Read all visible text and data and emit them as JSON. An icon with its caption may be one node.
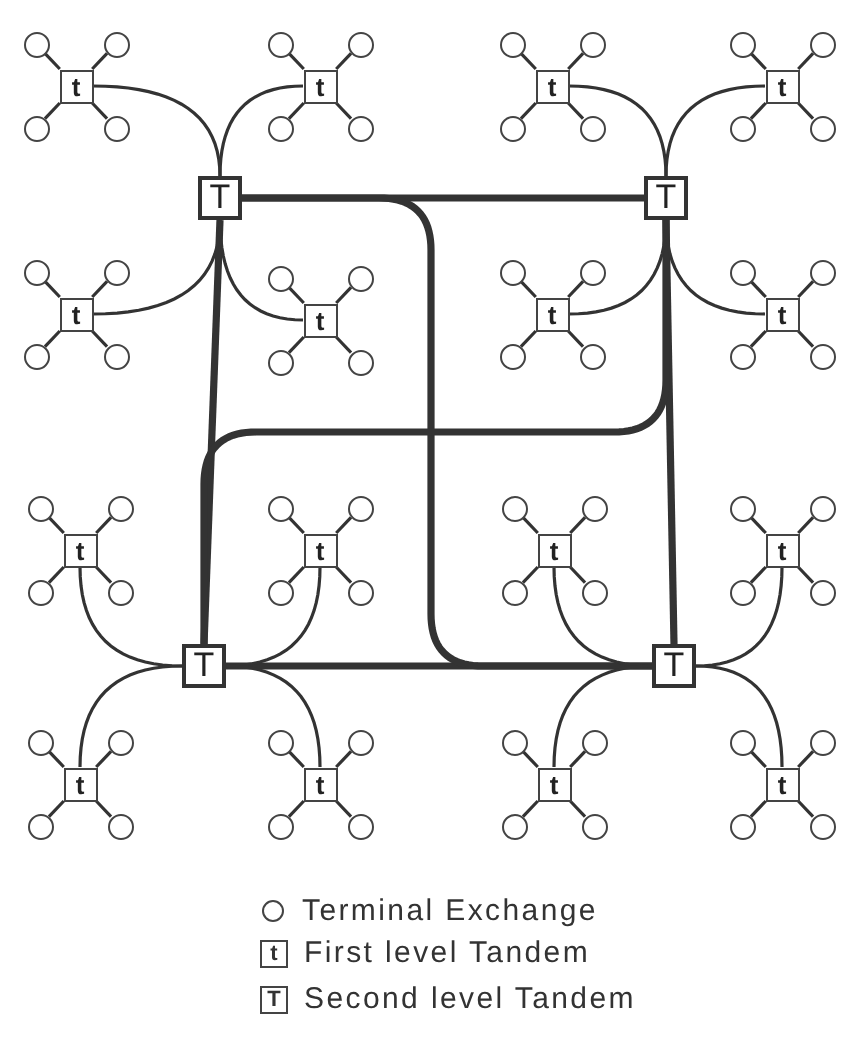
{
  "diagram": {
    "nodes": [
      {
        "text": [
          "T"
        ]
      },
      {
        "text": [
          "t"
        ]
      },
      {
        "text": [],
        "shape": "circle"
      },
      {
        "text": [],
        "shape": "circle"
      },
      {
        "text": [],
        "shape": "circle"
      },
      {
        "text": [],
        "shape": "circle"
      },
      {
        "text": [
          "t"
        ]
      },
      {
        "text": [],
        "shape": "circle"
      },
      {
        "text": [],
        "shape": "circle"
      },
      {
        "text": [],
        "shape": "circle"
      },
      {
        "text": [],
        "shape": "circle"
      },
      {
        "text": [
          "t"
        ]
      },
      {
        "text": [],
        "shape": "circle"
      },
      {
        "text": [],
        "shape": "circle"
      },
      {
        "text": [],
        "shape": "circle"
      },
      {
        "text": [],
        "shape": "circle"
      },
      {
        "text": [
          "t"
        ]
      },
      {
        "text": [],
        "shape": "circle"
      },
      {
        "text": [],
        "shape": "circle"
      },
      {
        "text": [],
        "shape": "circle"
      },
      {
        "text": [],
        "shape": "circle"
      },
      {
        "text": [
          "T"
        ]
      },
      {
        "text": [
          "t"
        ]
      },
      {
        "text": [],
        "shape": "circle"
      },
      {
        "text": [],
        "shape": "circle"
      },
      {
        "text": [],
        "shape": "circle"
      },
      {
        "text": [],
        "shape": "circle"
      },
      {
        "text": [
          "t"
        ]
      },
      {
        "text": [],
        "shape": "circle"
      },
      {
        "text": [],
        "shape": "circle"
      },
      {
        "text": [],
        "shape": "circle"
      },
      {
        "text": [],
        "shape": "circle"
      },
      {
        "text": [
          "t"
        ]
      },
      {
        "text": [],
        "shape": "circle"
      },
      {
        "text": [],
        "shape": "circle"
      },
      {
        "text": [],
        "shape": "circle"
      },
      {
        "text": [],
        "shape": "circle"
      },
      {
        "text": [
          "t"
        ]
      },
      {
        "text": [],
        "shape": "circle"
      },
      {
        "text": [],
        "shape": "circle"
      },
      {
        "text": [],
        "shape": "circle"
      },
      {
        "text": [],
        "shape": "circle"
      },
      {
        "text": [
          "T"
        ]
      },
      {
        "text": [
          "t"
        ]
      },
      {
        "text": [],
        "shape": "circle"
      },
      {
        "text": [],
        "shape": "circle"
      },
      {
        "text": [],
        "shape": "circle"
      },
      {
        "text": [],
        "shape": "circle"
      },
      {
        "text": [
          "t"
        ]
      },
      {
        "text": [],
        "shape": "circle"
      },
      {
        "text": [],
        "shape": "circle"
      },
      {
        "text": [],
        "shape": "circle"
      },
      {
        "text": [],
        "shape": "circle"
      },
      {
        "text": [
          "t"
        ]
      },
      {
        "text": [],
        "shape": "circle"
      },
      {
        "text": [],
        "shape": "circle"
      },
      {
        "text": [],
        "shape": "circle"
      },
      {
        "text": [],
        "shape": "circle"
      },
      {
        "text": [
          "t"
        ]
      },
      {
        "text": [],
        "shape": "circle"
      },
      {
        "text": [],
        "shape": "circle"
      },
      {
        "text": [],
        "shape": "circle"
      },
      {
        "text": [],
        "shape": "circle"
      },
      {
        "text": [
          "T"
        ]
      },
      {
        "text": [
          "t"
        ]
      },
      {
        "text": [],
        "shape": "circle"
      },
      {
        "text": [],
        "shape": "circle"
      },
      {
        "text": [],
        "shape": "circle"
      },
      {
        "text": [],
        "shape": "circle"
      },
      {
        "text": [
          "t"
        ]
      },
      {
        "text": [],
        "shape": "circle"
      },
      {
        "text": [],
        "shape": "circle"
      },
      {
        "text": [],
        "shape": "circle"
      },
      {
        "text": [],
        "shape": "circle"
      },
      {
        "text": [
          "t"
        ]
      },
      {
        "text": [],
        "shape": "circle"
      },
      {
        "text": [],
        "shape": "circle"
      },
      {
        "text": [],
        "shape": "circle"
      },
      {
        "text": [],
        "shape": "circle"
      },
      {
        "text": [
          "t"
        ]
      },
      {
        "text": [],
        "shape": "circle"
      },
      {
        "text": [],
        "shape": "circle"
      },
      {
        "text": [],
        "shape": "circle"
      },
      {
        "text": [],
        "shape": "circle"
      }
    ],
    "edges": [
      {
        "from": 0,
        "to": 21,
        "arrow": "none",
        "style": "thick"
      },
      {
        "from": 0,
        "to": 42,
        "arrow": "none",
        "style": "thick"
      },
      {
        "from": 42,
        "to": 63,
        "arrow": "none",
        "style": "thick"
      },
      {
        "from": 21,
        "to": 63,
        "arrow": "none",
        "style": "thick"
      },
      {
        "from": 0,
        "to": 63,
        "arrow": "none",
        "style": "thick"
      },
      {
        "from": 21,
        "to": 42,
        "arrow": "none",
        "style": "thick"
      },
      {
        "from": 0,
        "to": 1,
        "arrow": "none"
      },
      {
        "from": 0,
        "to": 6,
        "arrow": "none"
      },
      {
        "from": 0,
        "to": 11,
        "arrow": "none"
      },
      {
        "from": 0,
        "to": 16,
        "arrow": "none"
      },
      {
        "from": 1,
        "to": 2,
        "arrow": "none"
      },
      {
        "from": 1,
        "to": 3,
        "arrow": "none"
      },
      {
        "from": 1,
        "to": 4,
        "arrow": "none"
      },
      {
        "from": 1,
        "to": 5,
        "arrow": "none"
      },
      {
        "from": 6,
        "to": 7,
        "arrow": "none"
      },
      {
        "from": 6,
        "to": 8,
        "arrow": "none"
      },
      {
        "from": 6,
        "to": 9,
        "arrow": "none"
      },
      {
        "from": 6,
        "to": 10,
        "arrow": "none"
      },
      {
        "from": 11,
        "to": 12,
        "arrow": "none"
      },
      {
        "from": 11,
        "to": 13,
        "arrow": "none"
      },
      {
        "from": 11,
        "to": 14,
        "arrow": "none"
      },
      {
        "from": 11,
        "to": 15,
        "arrow": "none"
      },
      {
        "from": 16,
        "to": 17,
        "arrow": "none"
      },
      {
        "from": 16,
        "to": 18,
        "arrow": "none"
      },
      {
        "from": 16,
        "to": 19,
        "arrow": "none"
      },
      {
        "from": 16,
        "to": 20,
        "arrow": "none"
      },
      {
        "from": 21,
        "to": 22,
        "arrow": "none"
      },
      {
        "from": 21,
        "to": 27,
        "arrow": "none"
      },
      {
        "from": 21,
        "to": 32,
        "arrow": "none"
      },
      {
        "from": 21,
        "to": 37,
        "arrow": "none"
      },
      {
        "from": 22,
        "to": 23,
        "arrow": "none"
      },
      {
        "from": 22,
        "to": 24,
        "arrow": "none"
      },
      {
        "from": 22,
        "to": 25,
        "arrow": "none"
      },
      {
        "from": 22,
        "to": 26,
        "arrow": "none"
      },
      {
        "from": 27,
        "to": 28,
        "arrow": "none"
      },
      {
        "from": 27,
        "to": 29,
        "arrow": "none"
      },
      {
        "from": 27,
        "to": 30,
        "arrow": "none"
      },
      {
        "from": 27,
        "to": 31,
        "arrow": "none"
      },
      {
        "from": 32,
        "to": 33,
        "arrow": "none"
      },
      {
        "from": 32,
        "to": 34,
        "arrow": "none"
      },
      {
        "from": 32,
        "to": 35,
        "arrow": "none"
      },
      {
        "from": 32,
        "to": 36,
        "arrow": "none"
      },
      {
        "from": 37,
        "to": 38,
        "arrow": "none"
      },
      {
        "from": 37,
        "to": 39,
        "arrow": "none"
      },
      {
        "from": 37,
        "to": 40,
        "arrow": "none"
      },
      {
        "from": 37,
        "to": 41,
        "arrow": "none"
      },
      {
        "from": 42,
        "to": 43,
        "arrow": "none"
      },
      {
        "from": 42,
        "to": 48,
        "arrow": "none"
      },
      {
        "from": 42,
        "to": 53,
        "arrow": "none"
      },
      {
        "from": 42,
        "to": 58,
        "arrow": "none"
      },
      {
        "from": 43,
        "to": 44,
        "arrow": "none"
      },
      {
        "from": 43,
        "to": 45,
        "arrow": "none"
      },
      {
        "from": 43,
        "to": 46,
        "arrow": "none"
      },
      {
        "from": 43,
        "to": 47,
        "arrow": "none"
      },
      {
        "from": 48,
        "to": 49,
        "arrow": "none"
      },
      {
        "from": 48,
        "to": 50,
        "arrow": "none"
      },
      {
        "from": 48,
        "to": 51,
        "arrow": "none"
      },
      {
        "from": 48,
        "to": 52,
        "arrow": "none"
      },
      {
        "from": 53,
        "to": 54,
        "arrow": "none"
      },
      {
        "from": 53,
        "to": 55,
        "arrow": "none"
      },
      {
        "from": 53,
        "to": 56,
        "arrow": "none"
      },
      {
        "from": 53,
        "to": 57,
        "arrow": "none"
      },
      {
        "from": 58,
        "to": 59,
        "arrow": "none"
      },
      {
        "from": 58,
        "to": 60,
        "arrow": "none"
      },
      {
        "from": 58,
        "to": 61,
        "arrow": "none"
      },
      {
        "from": 58,
        "to": 62,
        "arrow": "none"
      },
      {
        "from": 63,
        "to": 64,
        "arrow": "none"
      },
      {
        "from": 63,
        "to": 69,
        "arrow": "none"
      },
      {
        "from": 63,
        "to": 74,
        "arrow": "none"
      },
      {
        "from": 63,
        "to": 79,
        "arrow": "none"
      },
      {
        "from": 64,
        "to": 65,
        "arrow": "none"
      },
      {
        "from": 64,
        "to": 66,
        "arrow": "none"
      },
      {
        "from": 64,
        "to": 67,
        "arrow": "none"
      },
      {
        "from": 64,
        "to": 68,
        "arrow": "none"
      },
      {
        "from": 69,
        "to": 70,
        "arrow": "none"
      },
      {
        "from": 69,
        "to": 71,
        "arrow": "none"
      },
      {
        "from": 69,
        "to": 72,
        "arrow": "none"
      },
      {
        "from": 69,
        "to": 73,
        "arrow": "none"
      },
      {
        "from": 74,
        "to": 75,
        "arrow": "none"
      },
      {
        "from": 74,
        "to": 76,
        "arrow": "none"
      },
      {
        "from": 74,
        "to": 77,
        "arrow": "none"
      },
      {
        "from": 74,
        "to": 78,
        "arrow": "none"
      },
      {
        "from": 79,
        "to": 80,
        "arrow": "none"
      },
      {
        "from": 79,
        "to": 81,
        "arrow": "none"
      },
      {
        "from": 79,
        "to": 82,
        "arrow": "none"
      },
      {
        "from": 79,
        "to": 83,
        "arrow": "none"
      }
    ],
    "labels": [
      "t",
      "T"
    ],
    "legend": [
      {
        "text": "Terminal Exchange"
      },
      {
        "text": "First level Tandem"
      },
      {
        "text": "Second level Tandem"
      }
    ]
  }
}
